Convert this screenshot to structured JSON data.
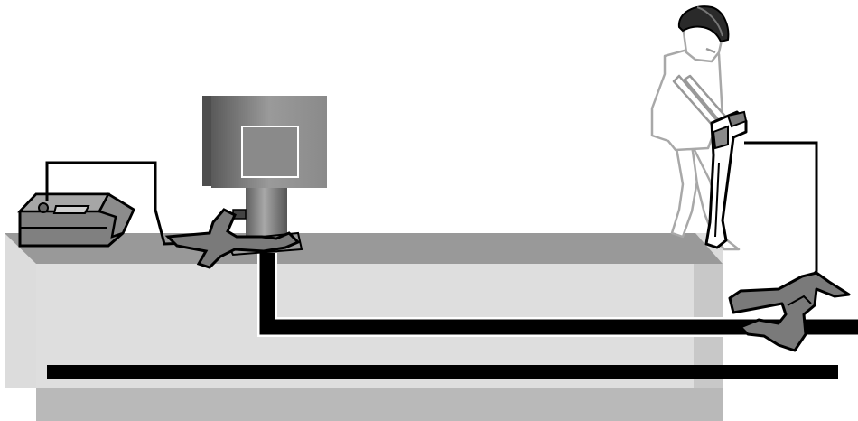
{
  "scene": {
    "components": [
      {
        "id": "signal-transmitter",
        "icon": "transmitter-icon"
      },
      {
        "id": "utility-pedestal",
        "icon": "pedestal-icon"
      },
      {
        "id": "pedestal-clamp",
        "icon": "clamp-icon"
      },
      {
        "id": "pipe-clamp",
        "icon": "clamp-icon"
      },
      {
        "id": "cable-locator-receiver",
        "icon": "receiver-icon"
      },
      {
        "id": "worker-with-hard-hat",
        "icon": "person-icon"
      },
      {
        "id": "target-buried-cable",
        "icon": "cable-icon"
      },
      {
        "id": "adjacent-buried-line",
        "icon": "cable-icon"
      }
    ],
    "colors": {
      "ground_top": "#999999",
      "ground_front": "#dcdcdc",
      "ground_front_right": "#c8c8c8",
      "ground_bottom": "#b9b9b9",
      "cable": "#000000",
      "transmitter_body": "#808080",
      "pedestal_light": "#9a9a9a",
      "pedestal_dark": "#5a5a5a",
      "clamp": "#7a7a7a",
      "outline": "#000000",
      "worker_outline": "#b0b0b0",
      "hard_hat": "#2a2a2a"
    }
  }
}
